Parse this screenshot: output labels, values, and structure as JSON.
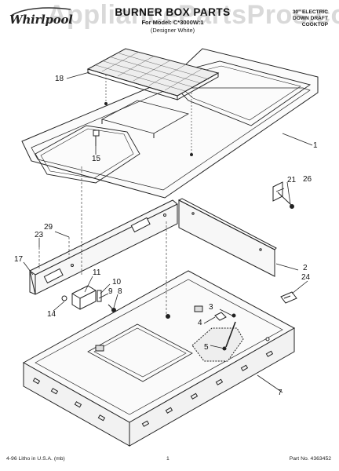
{
  "brand": {
    "name": "Whirlpool"
  },
  "watermark": "AppliancePartsPros.com",
  "header": {
    "title": "BURNER BOX PARTS",
    "model_line": "For Model: C*3000W:1",
    "color_line": "(Designer White)"
  },
  "product": {
    "line1": "30\" ELECTRIC",
    "line2": "DOWN DRAFT",
    "line3": "COOKTOP"
  },
  "callouts": [
    "18",
    "15",
    "1",
    "21",
    "26",
    "29",
    "23",
    "17",
    "11",
    "10",
    "9",
    "8",
    "14",
    "2",
    "24",
    "4",
    "3",
    "5",
    "7"
  ],
  "footer": {
    "left": "4-96 Litho in U.S.A. (mb)",
    "center": "1",
    "right": "Part No. 4363452 "
  }
}
